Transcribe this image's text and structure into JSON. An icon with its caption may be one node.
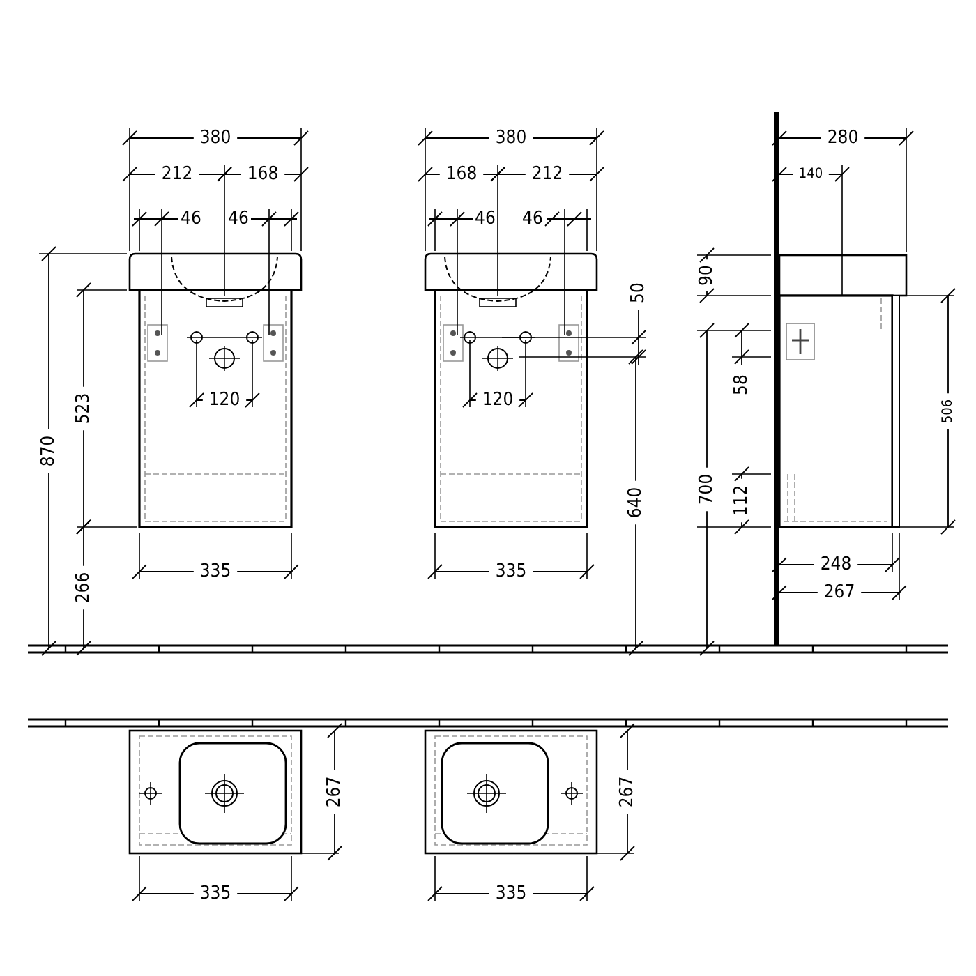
{
  "diagram": {
    "labels": [
      "380",
      "212",
      "168",
      "46",
      "46",
      "870",
      "523",
      "120",
      "266",
      "335",
      "380",
      "168",
      "212",
      "46",
      "46",
      "50",
      "120",
      "640",
      "335",
      "280",
      "140",
      "90",
      "58",
      "506",
      "700",
      "112",
      "248",
      "267",
      "267",
      "335",
      "267",
      "335"
    ]
  }
}
